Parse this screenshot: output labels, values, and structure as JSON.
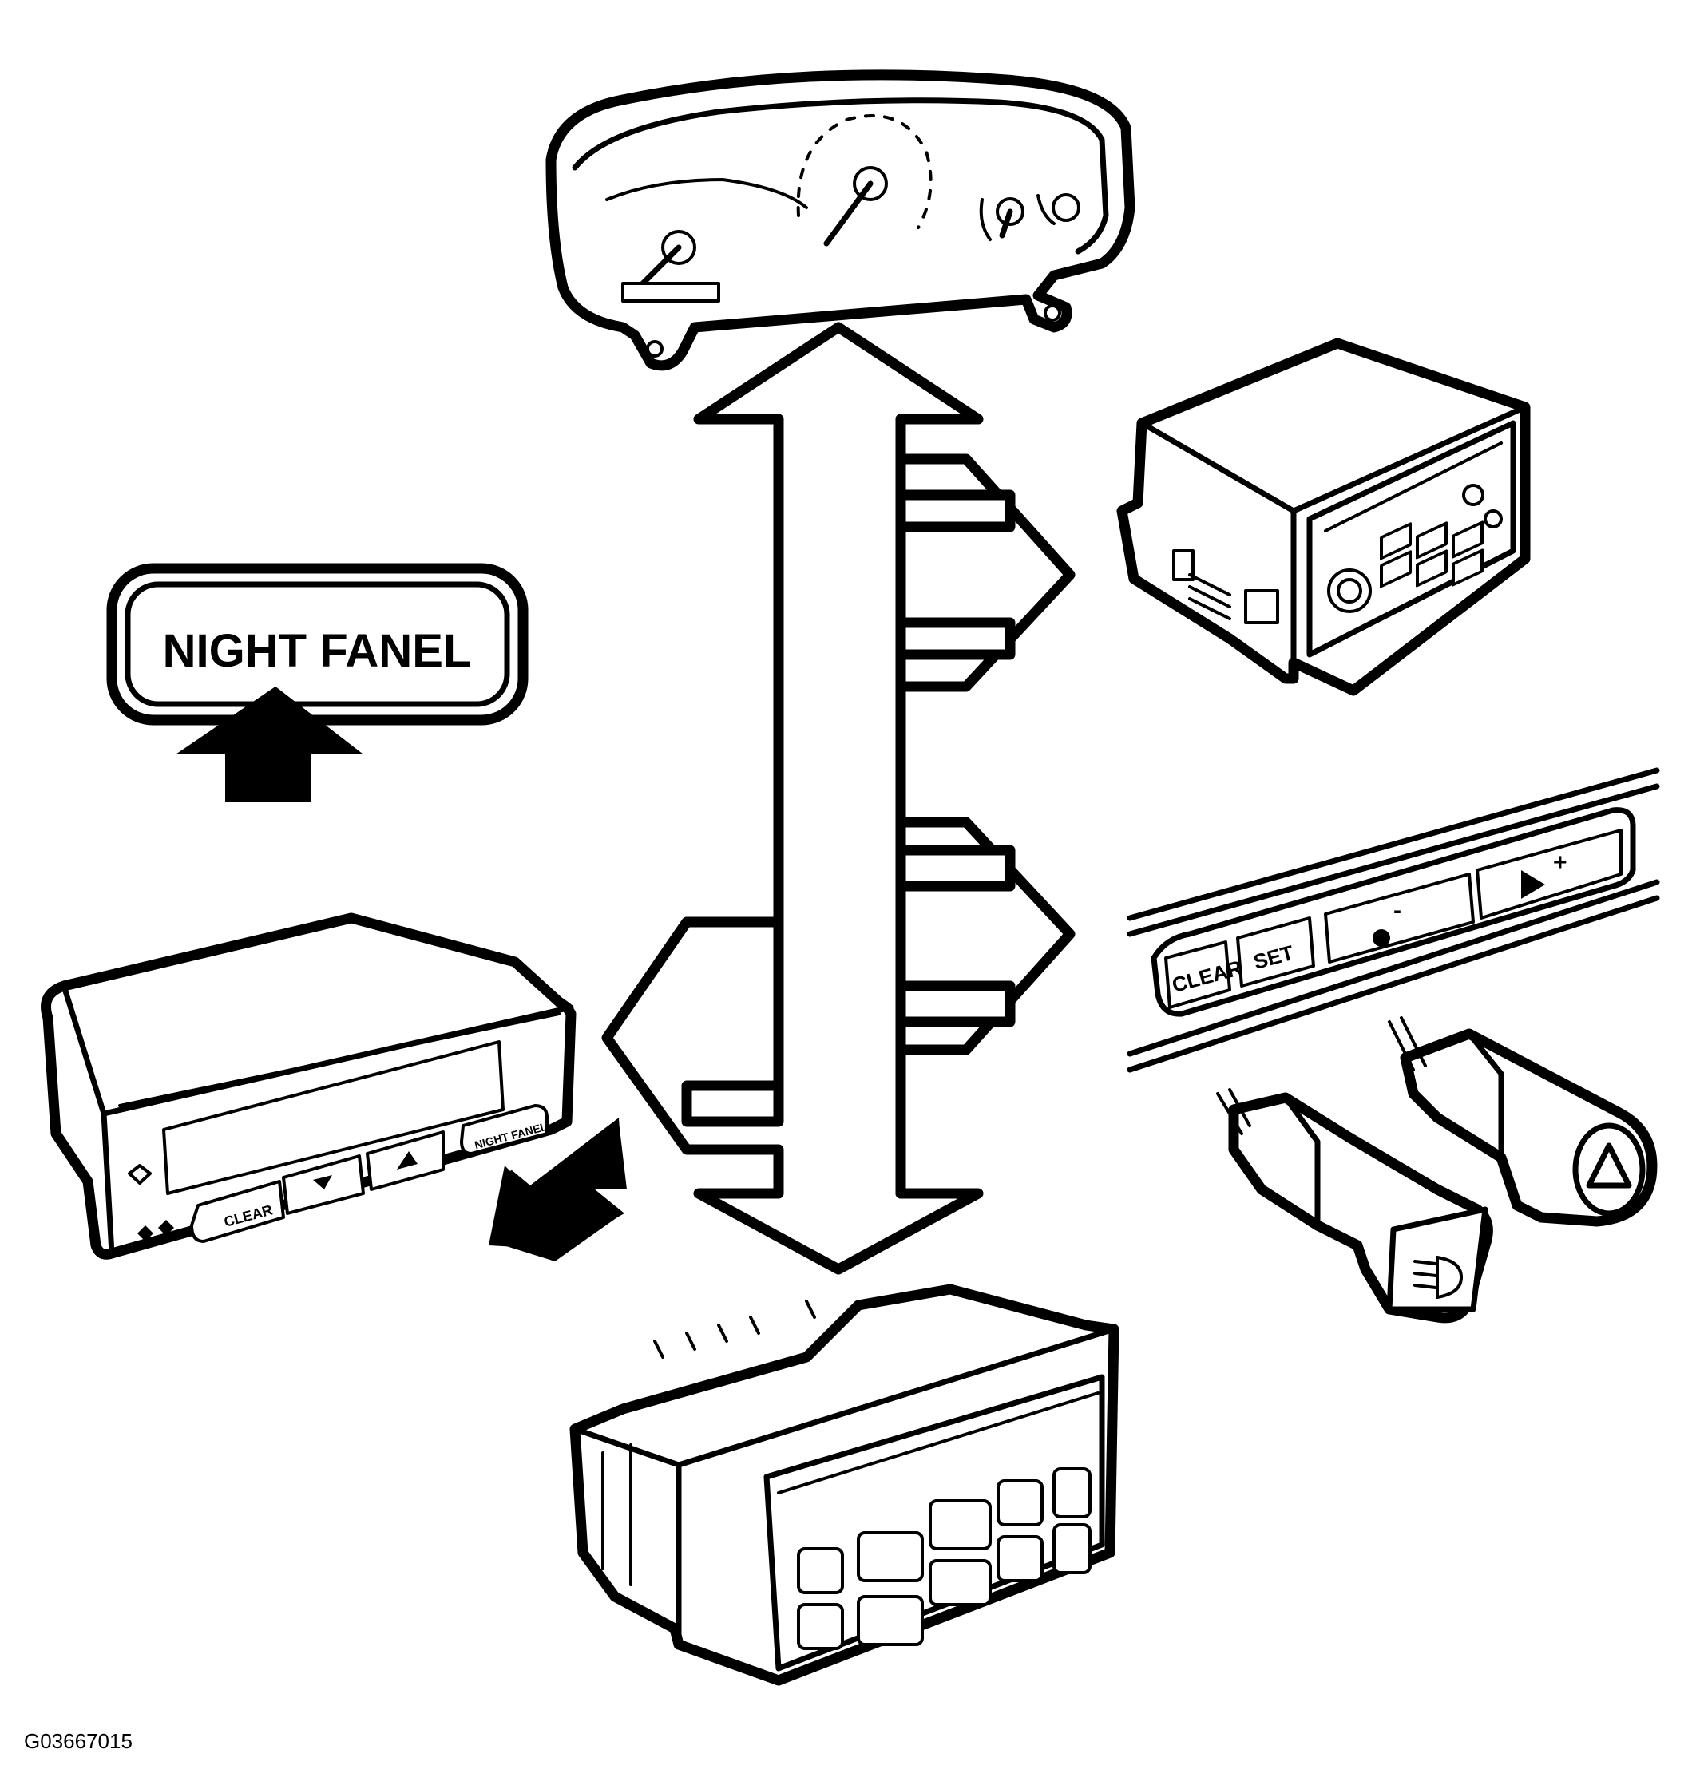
{
  "figure_id": "G03667015",
  "night_panel_badge": {
    "text": "NIGHT FANEL"
  },
  "info_display": {
    "clear_label": "CLEAR",
    "night_panel_label": "NIGHT FANEL"
  },
  "cruise_switch": {
    "clear_label": "CLEAR",
    "set_label": "SET",
    "minus_label": "-",
    "plus_label": "+"
  },
  "colors": {
    "line": "#000000",
    "background": "#ffffff"
  }
}
